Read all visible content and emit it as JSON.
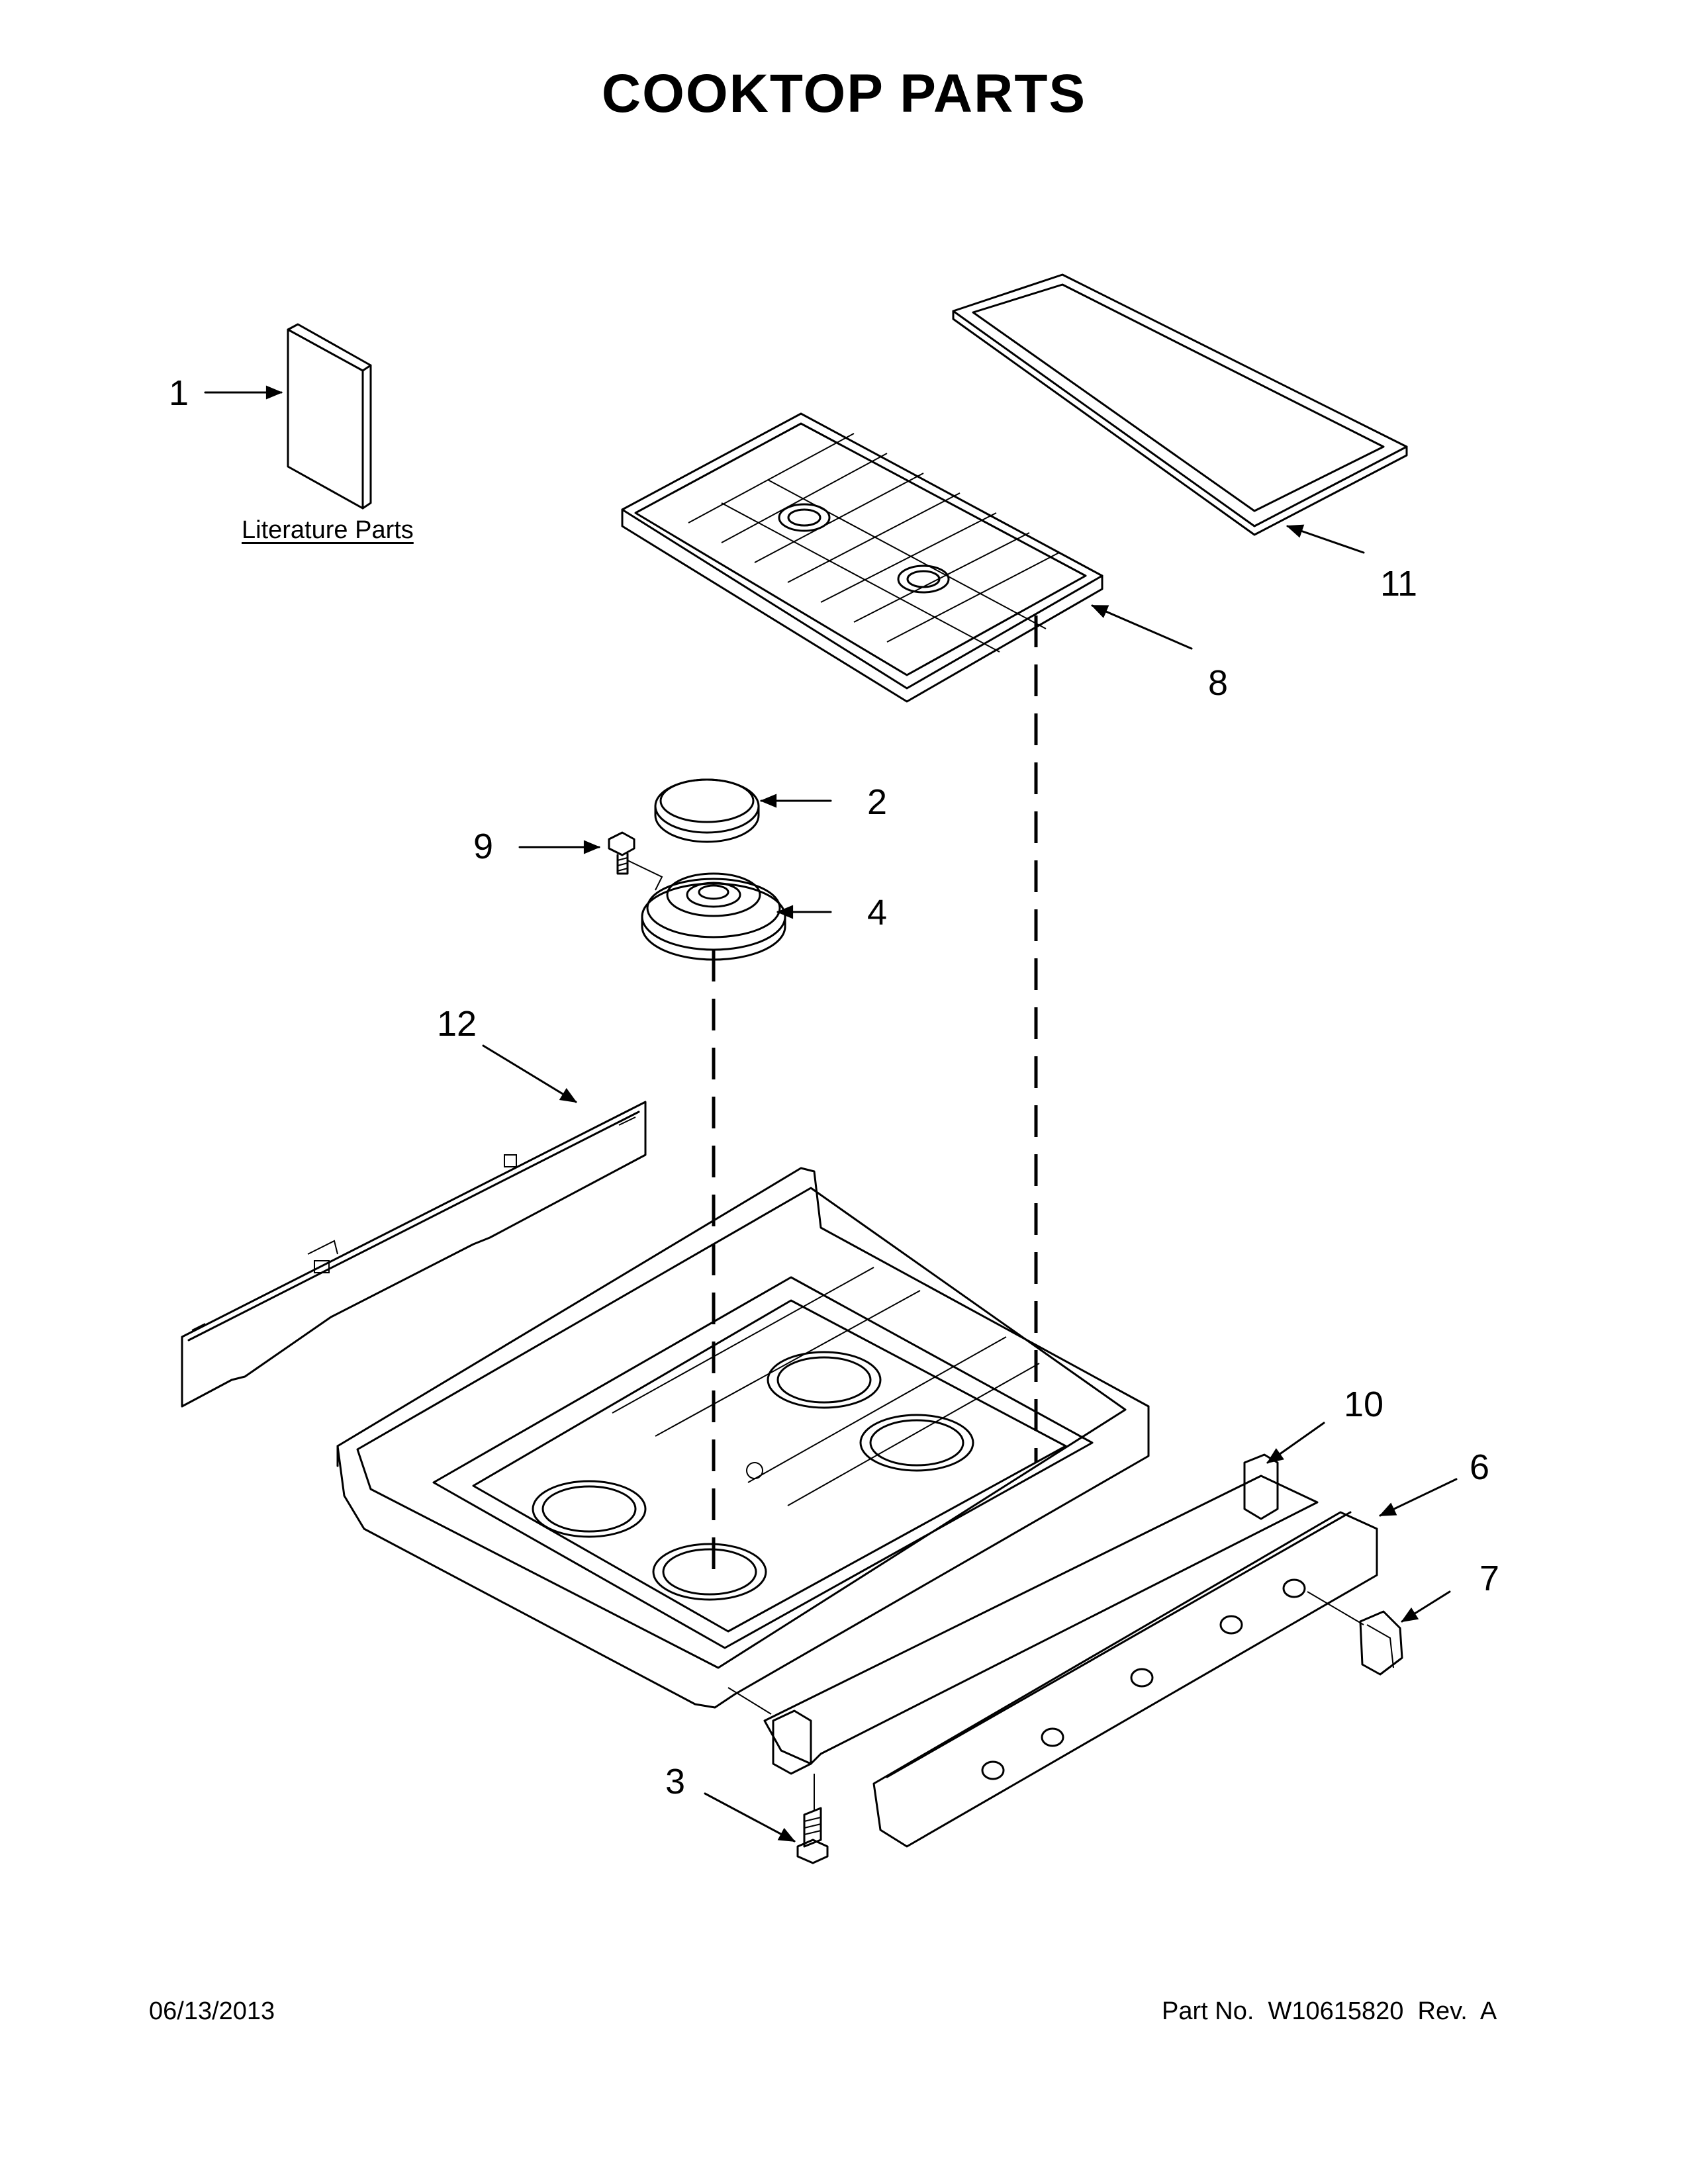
{
  "title": "COOKTOP PARTS",
  "literature_label": "Literature Parts",
  "callouts": {
    "c1": "1",
    "c2": "2",
    "c3": "3",
    "c4": "4",
    "c5": "6",
    "c6": "7",
    "c7": "8",
    "c8": "9",
    "c9": "10",
    "c10": "11",
    "c11": "12"
  },
  "footer": {
    "date": "06/13/2013",
    "part_no": "Part No.  W10615820  Rev.  A"
  }
}
